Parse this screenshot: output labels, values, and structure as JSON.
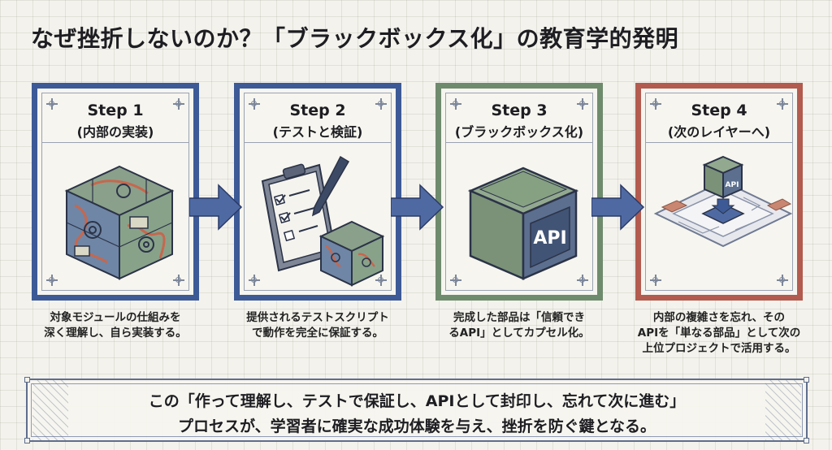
{
  "title": "なぜ挫折しないのか？「ブラックボックス化」の教育学的発明",
  "steps": [
    {
      "step": "Step 1",
      "sub": "(内部の実装)",
      "icon": "complex-cube-icon",
      "color": "#3d5a96",
      "desc": [
        "対象モジュールの仕組みを",
        "深く理解し、自ら実装する。"
      ]
    },
    {
      "step": "Step 2",
      "sub": "(テストと検証)",
      "icon": "clipboard-test-icon",
      "color": "#3d5a96",
      "desc": [
        "提供されるテストスクリプト",
        "で動作を完全に保証する。"
      ]
    },
    {
      "step": "Step 3",
      "sub": "(ブラックボックス化)",
      "icon": "api-cube-icon",
      "color": "#6f8b6d",
      "desc": [
        "完成した部品は「信頼でき",
        "るAPI」としてカプセル化。"
      ]
    },
    {
      "step": "Step 4",
      "sub": "(次のレイヤーへ)",
      "icon": "layer-stack-icon",
      "color": "#b25b4e",
      "desc": [
        "内部の複雑さを忘れ、その",
        "APIを「単なる部品」として次の",
        "上位プロジェクトで活用する。"
      ]
    }
  ],
  "api_label": "API",
  "api_small_label": "API",
  "bottom": {
    "line1": "この「作って理解し、テストで保証し、APIとして封印し、忘れて次に進む」",
    "line2": "プロセスが、学習者に確実な成功体験を与え、挫折を防ぐ鍵となる。"
  },
  "colors": {
    "blue": "#3d5a96",
    "green": "#6f8b6d",
    "red": "#b25b4e",
    "arrow": "#4f6aa3"
  }
}
